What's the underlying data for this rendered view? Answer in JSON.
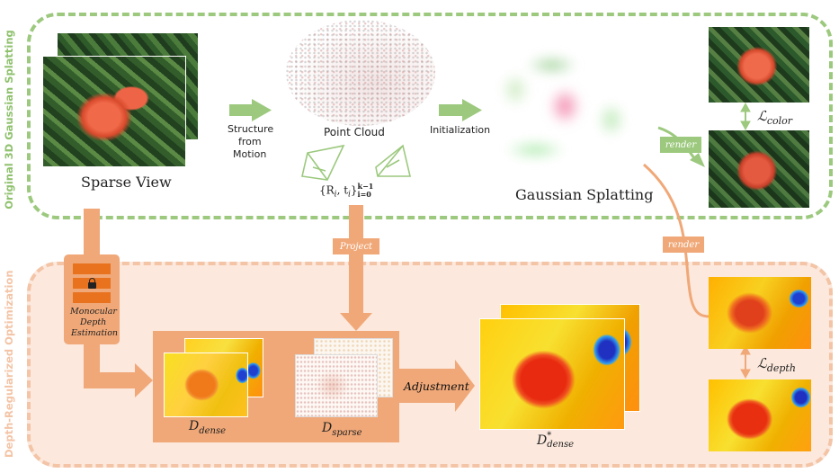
{
  "sections": {
    "top_label": "Original 3D Gaussian Splatting",
    "bottom_label": "Depth-Regularized Optimization"
  },
  "labels": {
    "sparse_view": "Sparse View",
    "structure_from_motion": [
      "Structure",
      "from",
      "Motion"
    ],
    "point_cloud": "Point Cloud",
    "camera_params": "{R",
    "camera_params_i": "i",
    "camera_params_t": ", t",
    "camera_params_close": "}",
    "camera_params_sup": "k−1",
    "camera_params_sub": "i=0",
    "initialization": "Initialization",
    "gaussian_splatting": "Gaussian Splatting",
    "render_top": "render",
    "render_bottom": "render",
    "loss_color_script": "ℒ",
    "loss_color_sub": "color",
    "loss_depth_script": "ℒ",
    "loss_depth_sub": "depth",
    "project": "Project",
    "monocular": [
      "Monocular",
      "Depth",
      "Estimation"
    ],
    "d_dense_main": "D",
    "d_dense_sub": "dense",
    "d_sparse_main": "D",
    "d_sparse_sub": "sparse",
    "adjustment": "Adjustment",
    "d_dense_star_main": "D",
    "d_dense_star_sup": "*",
    "d_dense_star_sub": "dense"
  },
  "colors": {
    "green": "#9cc97e",
    "green_dark": "#79b25a",
    "orange": "#f0a878",
    "orange_light": "#fce8dc",
    "orange_dash": "#f3c4a6"
  },
  "icons": {
    "lock": "lock-icon",
    "camera": "camera-frustum-icon"
  }
}
